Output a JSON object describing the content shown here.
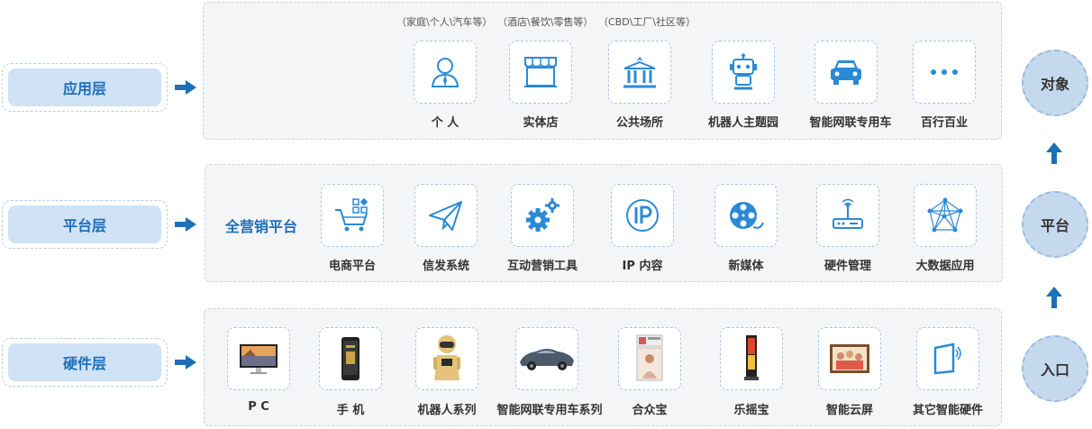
{
  "layers": [
    {
      "label": "应用层"
    },
    {
      "label": "平台层"
    },
    {
      "label": "硬件层"
    }
  ],
  "application": {
    "notes": [
      "（家庭\\个人\\汽车等）",
      "（酒店\\餐饮\\零售等）",
      "（CBD\\工厂\\社区等）"
    ],
    "items": [
      {
        "label": "个 人",
        "icon": "person-icon"
      },
      {
        "label": "实体店",
        "icon": "storefront-icon"
      },
      {
        "label": "公共场所",
        "icon": "public-building-icon"
      },
      {
        "label": "机器人主题园",
        "icon": "robot-icon"
      },
      {
        "label": "智能网联专用车",
        "icon": "car-icon"
      },
      {
        "label": "百行百业",
        "icon": "more-dots-icon"
      }
    ]
  },
  "platform": {
    "title": "全营销平台",
    "items": [
      {
        "label": "电商平台",
        "icon": "cart-icon"
      },
      {
        "label": "信发系统",
        "icon": "paper-plane-icon"
      },
      {
        "label": "互动营销工具",
        "icon": "gears-icon"
      },
      {
        "label": "IP 内容",
        "icon": "ip-icon"
      },
      {
        "label": "新媒体",
        "icon": "film-reel-icon"
      },
      {
        "label": "硬件管理",
        "icon": "router-icon"
      },
      {
        "label": "大数据应用",
        "icon": "network-icon"
      }
    ]
  },
  "hardware": {
    "items": [
      {
        "label": "P C",
        "icon": "monitor-image"
      },
      {
        "label": "手 机",
        "icon": "phone-image"
      },
      {
        "label": "机器人系列",
        "icon": "robot-image"
      },
      {
        "label": "智能网联专用车系列",
        "icon": "car-image"
      },
      {
        "label": "合众宝",
        "icon": "kiosk-image"
      },
      {
        "label": "乐摇宝",
        "icon": "stand-image"
      },
      {
        "label": "智能云屏",
        "icon": "frame-image"
      },
      {
        "label": "其它智能硬件",
        "icon": "tablet-icon"
      }
    ]
  },
  "levels": [
    {
      "label": "对象"
    },
    {
      "label": "平台"
    },
    {
      "label": "入口"
    }
  ],
  "colors": {
    "accent": "#1e6fb8",
    "icon": "#2b8ad6",
    "panel": "#f4f5f7",
    "circle": "#c5d9ee"
  }
}
